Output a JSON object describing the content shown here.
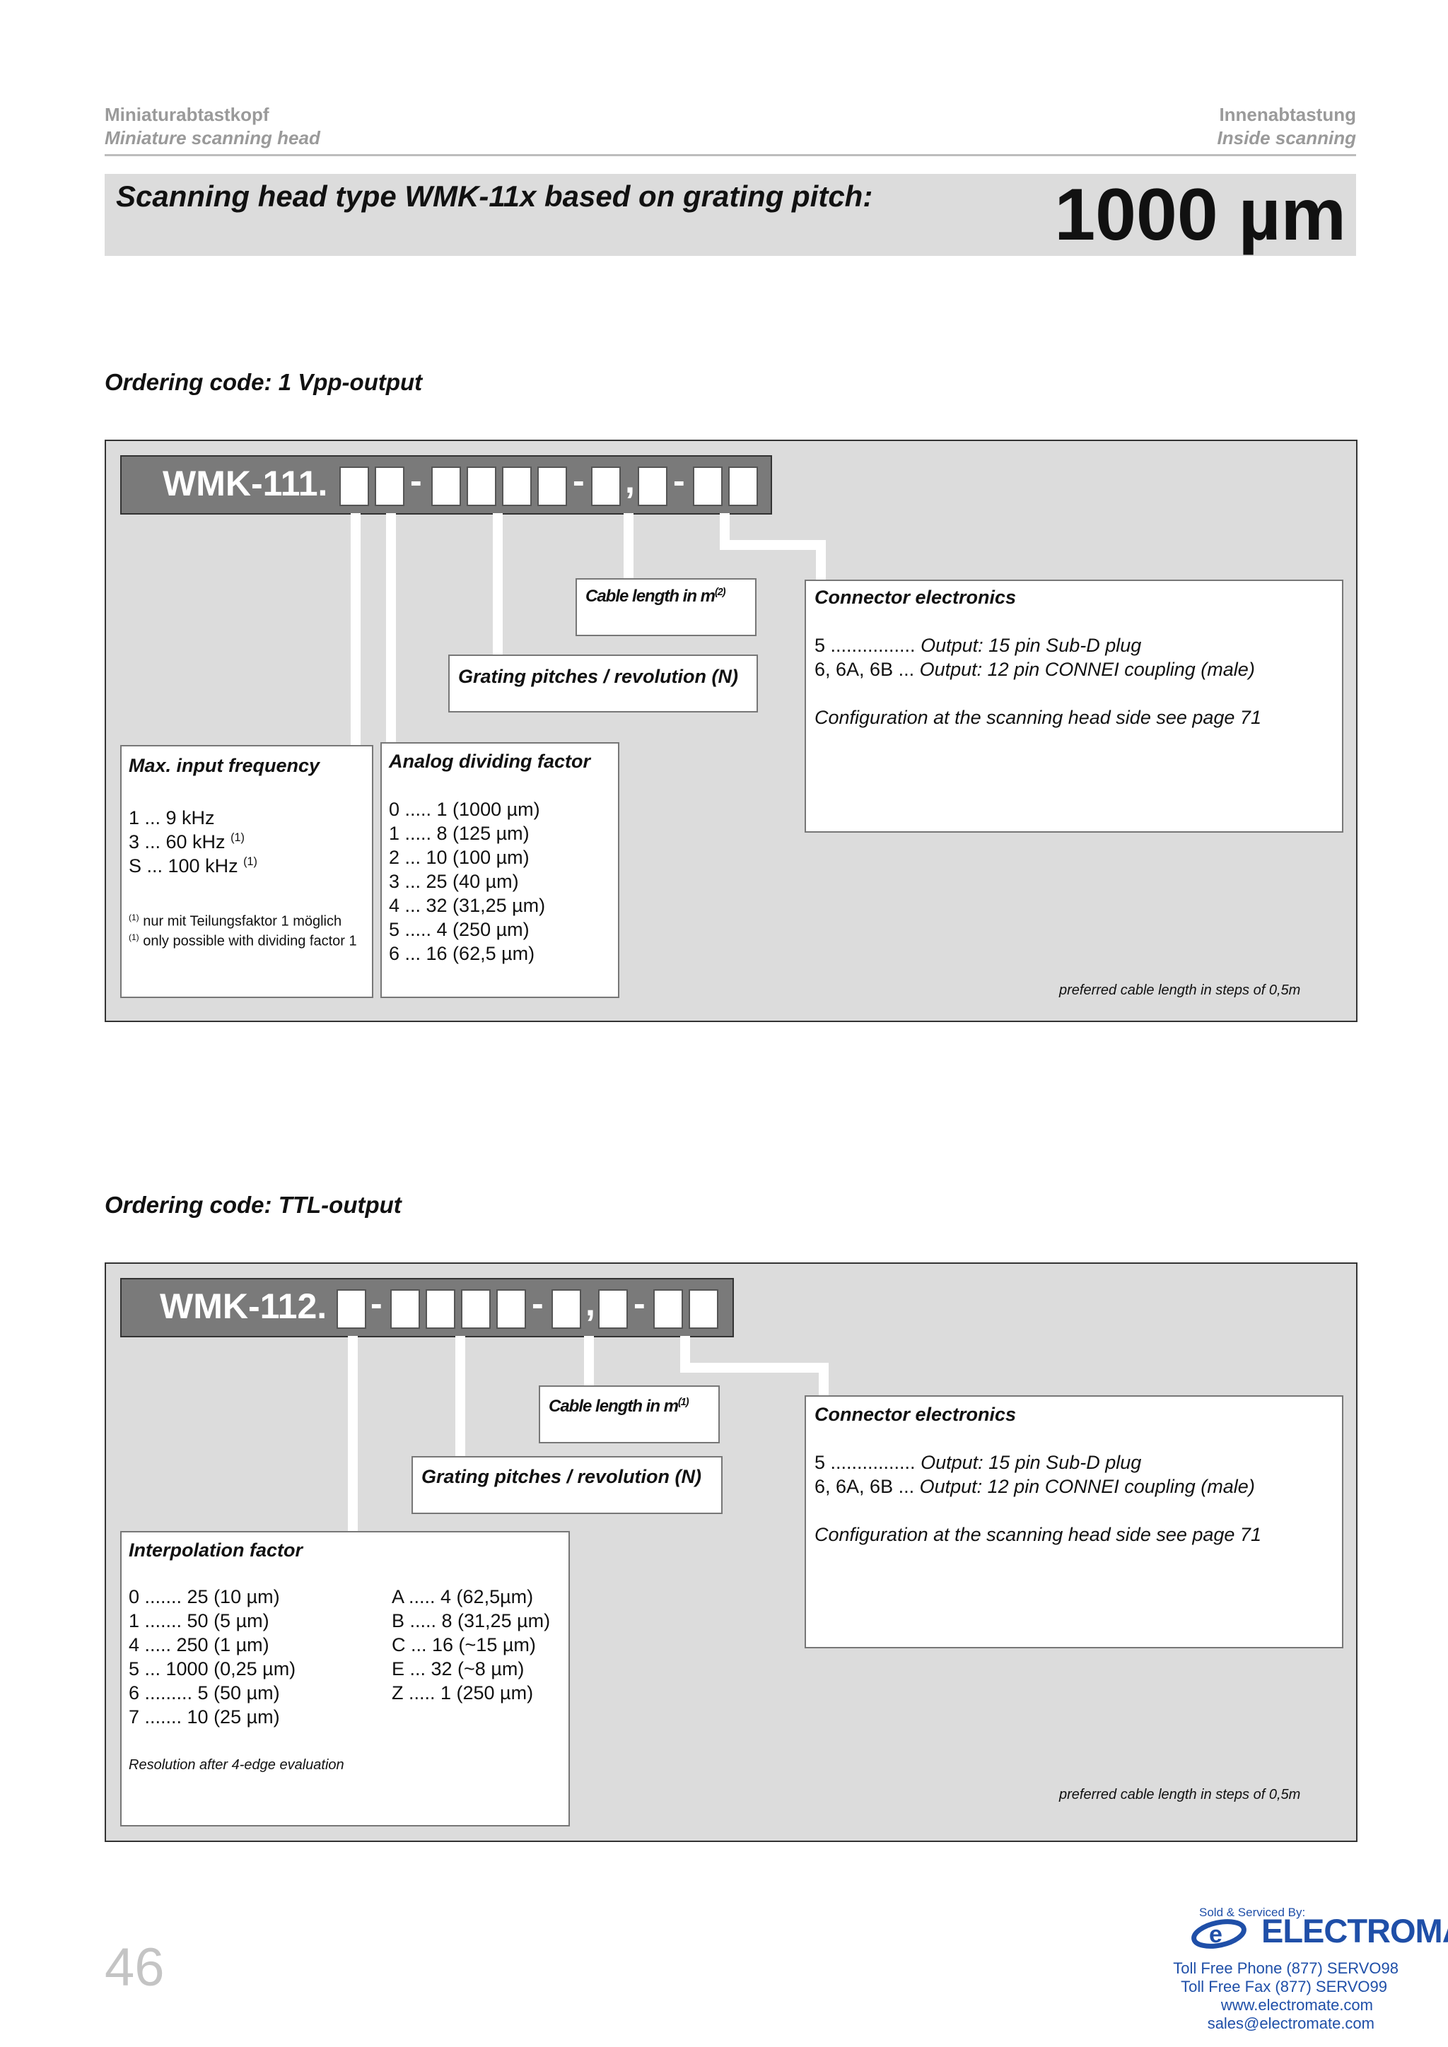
{
  "header": {
    "left_de": "Miniaturabtastkopf",
    "left_en": "Miniature scanning head",
    "right_de": "Innenabtastung",
    "right_en": "Inside scanning"
  },
  "title": {
    "text": "Scanning head type WMK-11x based on grating pitch:",
    "value": "1000 µm"
  },
  "section1": {
    "heading": "Ordering code: 1 Vpp-output",
    "code_prefix": "WMK-111.",
    "separators": [
      "-",
      "-",
      ",",
      "-"
    ],
    "cable_label": "Cable length in m",
    "cable_sup": "(2)",
    "grating_label": "Grating pitches / revolution (N)",
    "connector": {
      "heading": "Connector electronics",
      "line1_code": "5 ................",
      "line1_text": "Output: 15 pin Sub-D plug",
      "line2_code": "6, 6A, 6B ...",
      "line2_text": "Output: 12 pin CONNEI coupling (male)",
      "config": "Configuration at the scanning head side see page 71"
    },
    "max_freq": {
      "heading": "Max. input frequency",
      "items": [
        {
          "text": "1 ...   9 kHz",
          "sup": ""
        },
        {
          "text": "3 ...   60 kHz",
          "sup": "(1)"
        },
        {
          "text": "S ... 100 kHz",
          "sup": "(1)"
        }
      ],
      "fn1_sup": "(1)",
      "fn1": "nur mit Teilungsfaktor 1 möglich",
      "fn2_sup": "(1)",
      "fn2": "only possible with dividing factor 1"
    },
    "analog": {
      "heading": "Analog dividing factor",
      "items": [
        "0 ..... 1 (1000 µm)",
        "1 ..... 8 (125 µm)",
        "2 ... 10 (100 µm)",
        "3 ... 25 (40 µm)",
        "4 ... 32 (31,25 µm)",
        "5 ..... 4 (250 µm)",
        "6 ... 16 (62,5 µm)"
      ]
    },
    "pref_note": "preferred cable length in steps of 0,5m"
  },
  "section2": {
    "heading": "Ordering code: TTL-output",
    "code_prefix": "WMK-112.",
    "separators": [
      "-",
      "-",
      ",",
      "-"
    ],
    "cable_label": "Cable length in m",
    "cable_sup": "(1)",
    "grating_label": "Grating pitches / revolution (N)",
    "connector": {
      "heading": "Connector electronics",
      "line1_code": "5 ................",
      "line1_text": "Output: 15 pin Sub-D plug",
      "line2_code": "6, 6A, 6B ...",
      "line2_text": "Output: 12 pin CONNEI coupling (male)",
      "config": "Configuration at the scanning head side see page 71"
    },
    "interp": {
      "heading": "Interpolation factor",
      "col1": [
        "0 ....... 25 (10 µm)",
        "1 ....... 50 (5 µm)",
        "4 ..... 250 (1 µm)",
        "5 ... 1000 (0,25 µm)",
        "6 ......... 5 (50 µm)",
        "7 ....... 10 (25 µm)"
      ],
      "col2": [
        "A ..... 4 (62,5µm)",
        "B ..... 8 (31,25 µm)",
        "C ... 16 (~15 µm)",
        "E ... 32 (~8 µm)",
        "Z ..... 1 (250  µm)"
      ],
      "note": "Resolution after 4-edge evaluation"
    },
    "pref_note": "preferred cable length in steps of 0,5m"
  },
  "footer": {
    "page_number": "46",
    "sold_by": "Sold & Serviced By:",
    "brand": "ELECTROMATE",
    "phone": "Toll Free Phone  (877) SERVO98",
    "fax": "Toll Free Fax  (877) SERVO99",
    "web": "www.electromate.com",
    "email": "sales@electromate.com"
  },
  "colors": {
    "panel_bg": "#dcdcdc",
    "code_bar_bg": "#7a7a7a",
    "header_gray": "#9a9a9a",
    "brand_blue": "#1f4fa8"
  }
}
